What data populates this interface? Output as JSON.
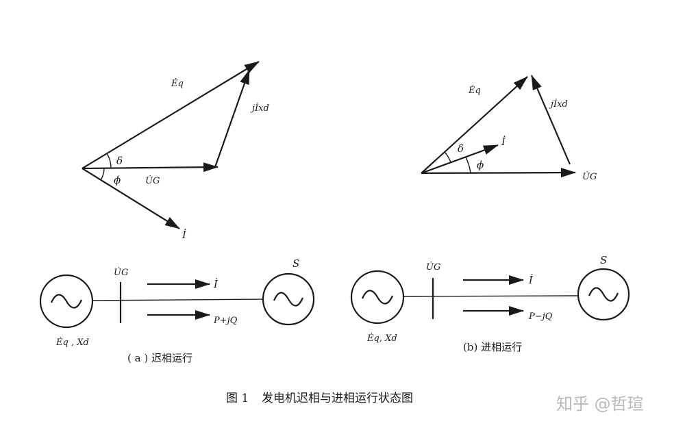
{
  "diagram_a": {
    "labels": {
      "eq": "Ėq",
      "jixd": "jİxd",
      "delta": "δ",
      "phi": "ϕ",
      "ug": "U̇G",
      "i": "İ"
    }
  },
  "diagram_b": {
    "labels": {
      "eq": "Ėq",
      "jixd": "jİxd",
      "delta": "δ",
      "phi": "ϕ",
      "ug": "U̇G",
      "i": "İ"
    }
  },
  "circuit_a": {
    "ug": "U̇G",
    "i": "İ",
    "power": "P+jQ",
    "s": "S",
    "gen": "Ėq , Xd",
    "caption": "( a ) 迟相运行"
  },
  "circuit_b": {
    "ug": "U̇G",
    "i": "İ",
    "power": "P−jQ",
    "s": "S",
    "gen": "Ėq, Xd",
    "caption": "(b) 进相运行"
  },
  "figure": {
    "number": "图 1",
    "title": "发电机迟相与进相运行状态图"
  },
  "watermark": "知乎 @哲瑄"
}
